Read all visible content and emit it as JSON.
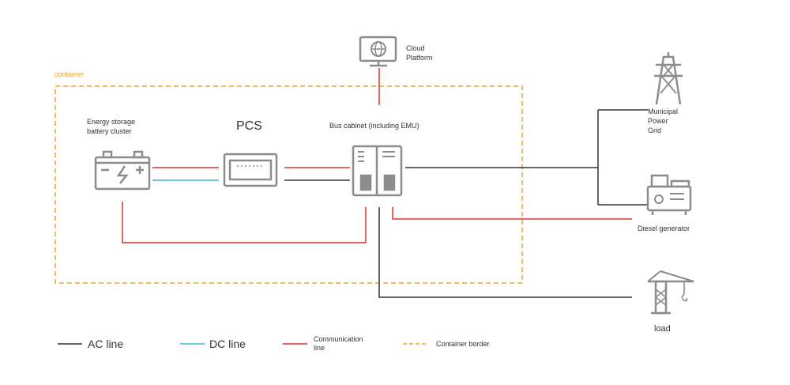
{
  "container_label": "container",
  "nodes": {
    "battery_label": "Energy storage battery cluster",
    "pcs_label": "PCS",
    "bus_label": "Bus cabinet (including EMU)",
    "cloud_label": "Cloud Platform",
    "grid_label": "Municipal Power Grid",
    "generator_label": "Diesel generator",
    "load_label": "load"
  },
  "legend": {
    "ac": "AC line",
    "dc": "DC line",
    "comm": "Communication line",
    "border": "Container border"
  },
  "colors": {
    "ac": "#333333",
    "dc": "#40b4d8",
    "comm": "#d93434",
    "border": "#f0a030",
    "icon": "#8c8c8c"
  }
}
